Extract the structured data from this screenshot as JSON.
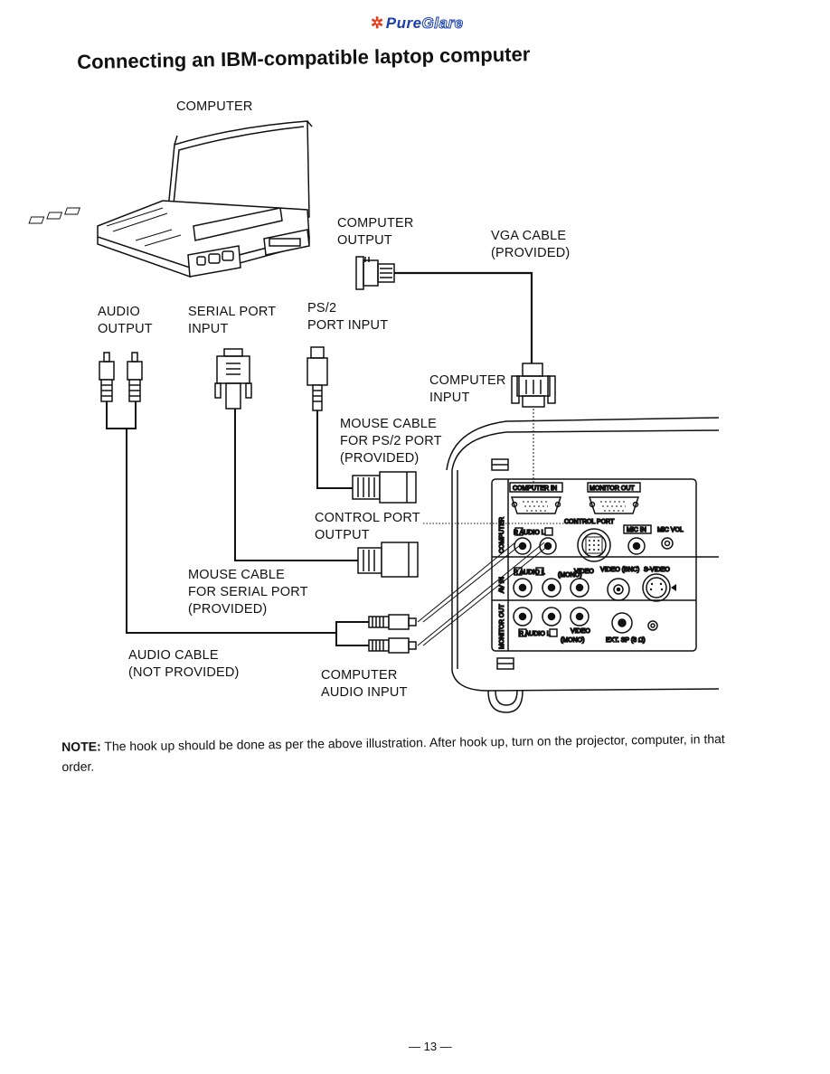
{
  "header": {
    "logo_part1": "Pure",
    "logo_part2": "Glare"
  },
  "page": {
    "title": "Connecting an IBM-compatible laptop computer",
    "page_number": "— 13 —"
  },
  "labels": {
    "computer": "COMPUTER",
    "computer_output": [
      "COMPUTER",
      "OUTPUT"
    ],
    "vga_cable": [
      "VGA CABLE",
      "(PROVIDED)"
    ],
    "audio_output": [
      "AUDIO",
      "OUTPUT"
    ],
    "serial_port_input": [
      "SERIAL PORT",
      "INPUT"
    ],
    "ps2_port_input": [
      "PS/2",
      "PORT INPUT"
    ],
    "computer_input": [
      "COMPUTER",
      "INPUT"
    ],
    "mouse_cable_ps2": [
      "MOUSE CABLE",
      "FOR PS/2 PORT",
      "(PROVIDED)"
    ],
    "control_port_output": [
      "CONTROL PORT",
      "OUTPUT"
    ],
    "mouse_cable_serial": [
      "MOUSE CABLE",
      "FOR SERIAL PORT",
      "(PROVIDED)"
    ],
    "audio_cable": [
      "AUDIO CABLE",
      "(NOT PROVIDED)"
    ],
    "computer_audio_input": [
      "COMPUTER",
      "AUDIO INPUT"
    ]
  },
  "panel": {
    "computer_in": "COMPUTER IN",
    "monitor_out": "MONITOR OUT",
    "control_port": "CONTROL PORT",
    "mic_in": "MIC IN",
    "mic_vol": "MIC VOL",
    "audio_rl": "R AUDIO L",
    "mono": "(MONO)",
    "video": "VIDEO",
    "video_bnc": "VIDEO (BNC)",
    "s_video": "S-VIDEO",
    "ext_sp": "EXT. SP (8 Ω)",
    "side_computer": "COMPUTER",
    "side_av_in": "AV IN",
    "side_monitor_out": "MONITOR OUT"
  },
  "note": {
    "label": "NOTE:",
    "text": "The hook up should be done as per the above illustration. After hook up, turn on the projector, computer, in that order."
  }
}
